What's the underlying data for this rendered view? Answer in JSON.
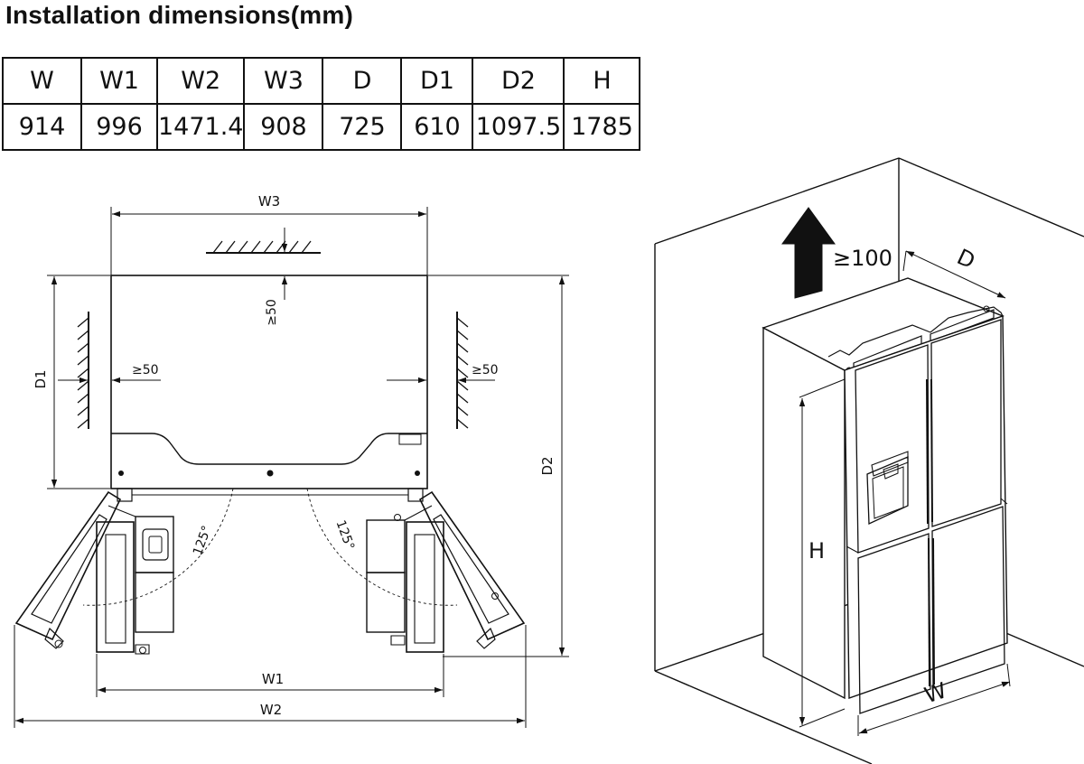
{
  "title": "Installation dimensions(mm)",
  "table": {
    "headers": [
      "W",
      "W1",
      "W2",
      "W3",
      "D",
      "D1",
      "D2",
      "H"
    ],
    "values": [
      "914",
      "996",
      "1471.4",
      "908",
      "725",
      "610",
      "1097.5",
      "1785"
    ]
  },
  "plan_view": {
    "w3_label": "W3",
    "w1_label": "W1",
    "w2_label": "W2",
    "d1_label": "D1",
    "d2_label": "D2",
    "top_clearance": "≥50",
    "left_clearance": "≥50",
    "right_clearance": "≥50",
    "left_door_angle": "125°",
    "right_door_angle": "125°"
  },
  "iso_view": {
    "top_clearance": "≥100",
    "d_label": "D",
    "h_label": "H",
    "w_label": "W"
  }
}
